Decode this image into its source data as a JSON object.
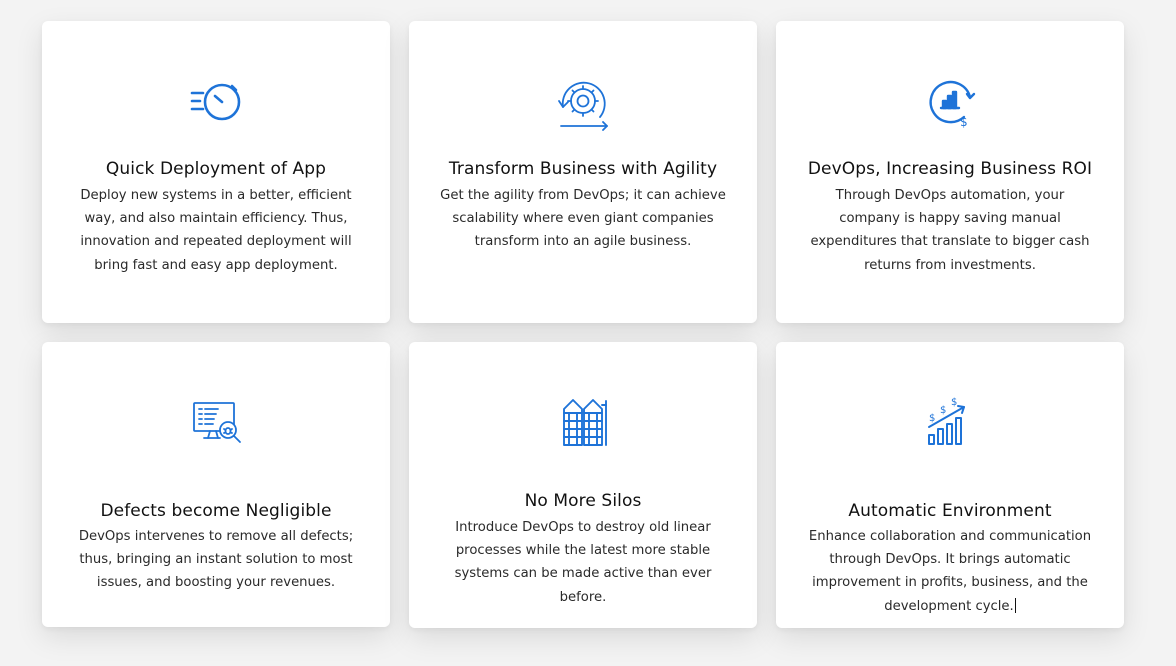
{
  "accent_color": "#1e73d8",
  "cards": [
    {
      "icon": "stopwatch-speed-icon",
      "title": "Quick Deployment of App",
      "description": "Deploy new systems in a better, efficient way, and also maintain efficiency. Thus, innovation and repeated deployment will bring fast and easy app deployment."
    },
    {
      "icon": "gear-cycle-icon",
      "title": "Transform Business with Agility",
      "description": "Get the agility from DevOps; it can achieve scalability where even giant companies transform into an agile business."
    },
    {
      "icon": "roi-chart-dollar-icon",
      "title": "DevOps, Increasing Business ROI",
      "description": "Through DevOps automation, your company is happy saving manual expenditures that translate to bigger cash returns from investments."
    },
    {
      "icon": "monitor-bug-search-icon",
      "title": "Defects become Negligible",
      "description": "DevOps intervenes to remove all defects; thus, bringing an instant solution to most issues, and boosting your revenues."
    },
    {
      "icon": "silos-icon",
      "title": "No More Silos",
      "description": "Introduce DevOps to destroy old linear processes while the latest more stable systems can be made active than ever before."
    },
    {
      "icon": "growth-bars-dollar-icon",
      "title": "Automatic Environment",
      "description": "Enhance collaboration and communication through DevOps. It brings automatic improvement in profits, business, and the development cycle."
    }
  ]
}
